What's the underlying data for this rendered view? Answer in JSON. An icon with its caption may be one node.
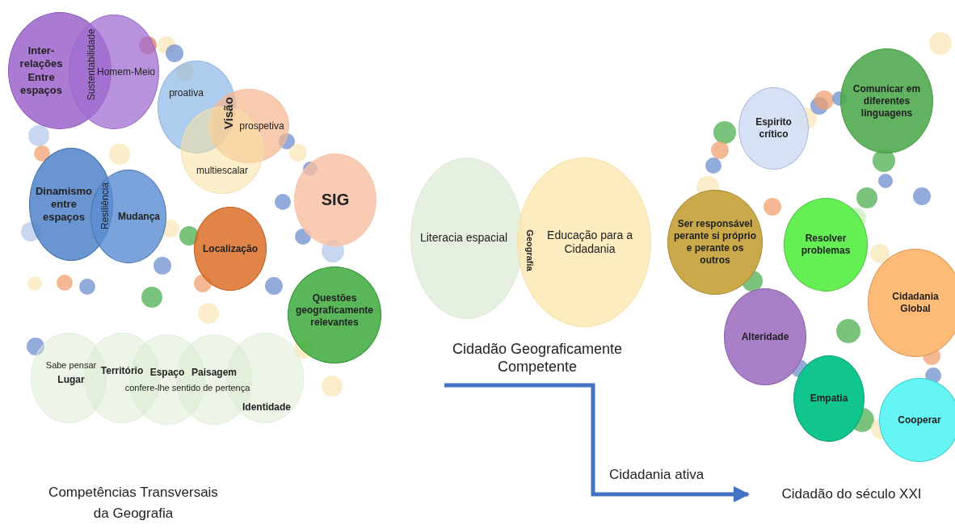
{
  "diagram": {
    "nodes": [
      {
        "text": [
          "Inter-relações Entre espaços"
        ]
      },
      {
        "text": [
          "Homem-Meio"
        ]
      },
      {
        "text": [
          "proativa"
        ]
      },
      {
        "text": [
          "prospetiva"
        ]
      },
      {
        "text": [
          "multiescalar"
        ]
      },
      {
        "text": [
          "Dinamismo entre espaços"
        ]
      },
      {
        "text": [
          "Mudança"
        ]
      },
      {
        "text": [
          "SIG"
        ]
      },
      {
        "text": [
          "Localização"
        ]
      },
      {
        "text": [
          "Questões geograficamente relevantes"
        ]
      },
      {
        "text": [
          "Sabe pensar",
          "Lugar"
        ]
      },
      {
        "text": [
          "Território"
        ]
      },
      {
        "text": [
          "Espaço"
        ]
      },
      {
        "text": [
          "Paisagem"
        ]
      },
      {
        "text": [
          "Identidade"
        ]
      },
      {
        "text": [
          "Literacia espacial"
        ]
      },
      {
        "text": [
          "Educação para a Cidadania"
        ]
      },
      {
        "text": [
          "Cidadão Geograficamente Competente"
        ]
      },
      {
        "text": [
          "Cidadão do século XXI"
        ]
      },
      {
        "text": [
          "Espirito crítico"
        ]
      },
      {
        "text": [
          "Comunicar em diferentes linguagens"
        ]
      },
      {
        "text": [
          "Ser responsável perante si próprio e perante os outros"
        ]
      },
      {
        "text": [
          "Resolver problemas"
        ]
      },
      {
        "text": [
          "Cidadania Global"
        ]
      },
      {
        "text": [
          "Alteridade"
        ]
      },
      {
        "text": [
          "Empatia"
        ]
      },
      {
        "text": [
          "Cooperar"
        ]
      }
    ],
    "edges": [
      {
        "from": 17,
        "to": 18,
        "arrow": "to",
        "label": "Cidadania ativa"
      }
    ],
    "labels": [
      "Sustentabilidade",
      "Visão",
      "Resiliência",
      "confere-lhe sentido de pertença",
      "Geografia",
      "Competências Transversais da Geografia"
    ]
  }
}
